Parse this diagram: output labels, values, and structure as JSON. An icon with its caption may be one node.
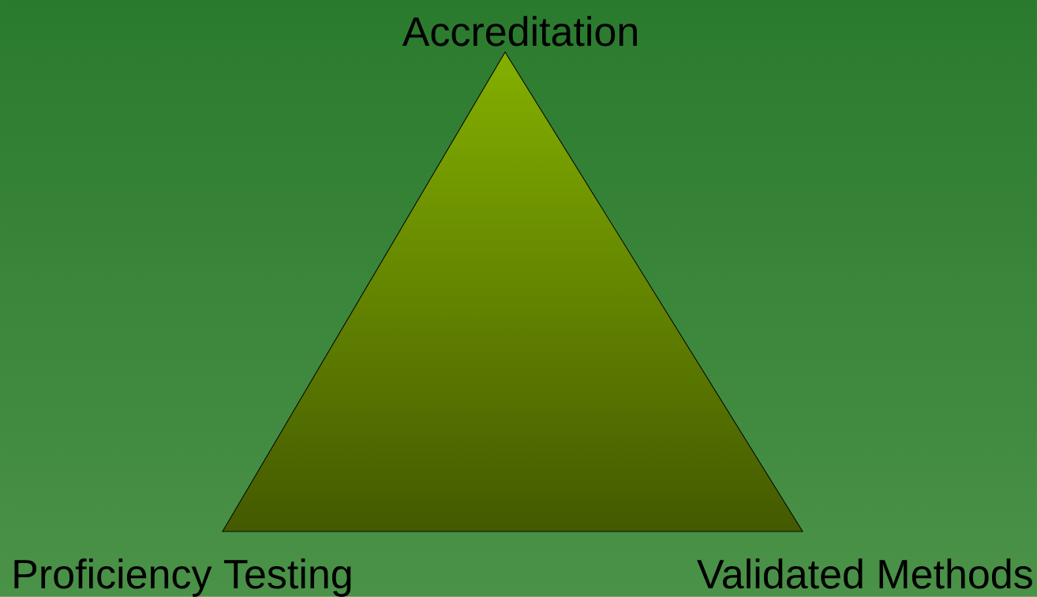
{
  "diagram": {
    "labels": [
      "Accreditation",
      "Proficiency Testing",
      "Validated Methods"
    ]
  }
}
